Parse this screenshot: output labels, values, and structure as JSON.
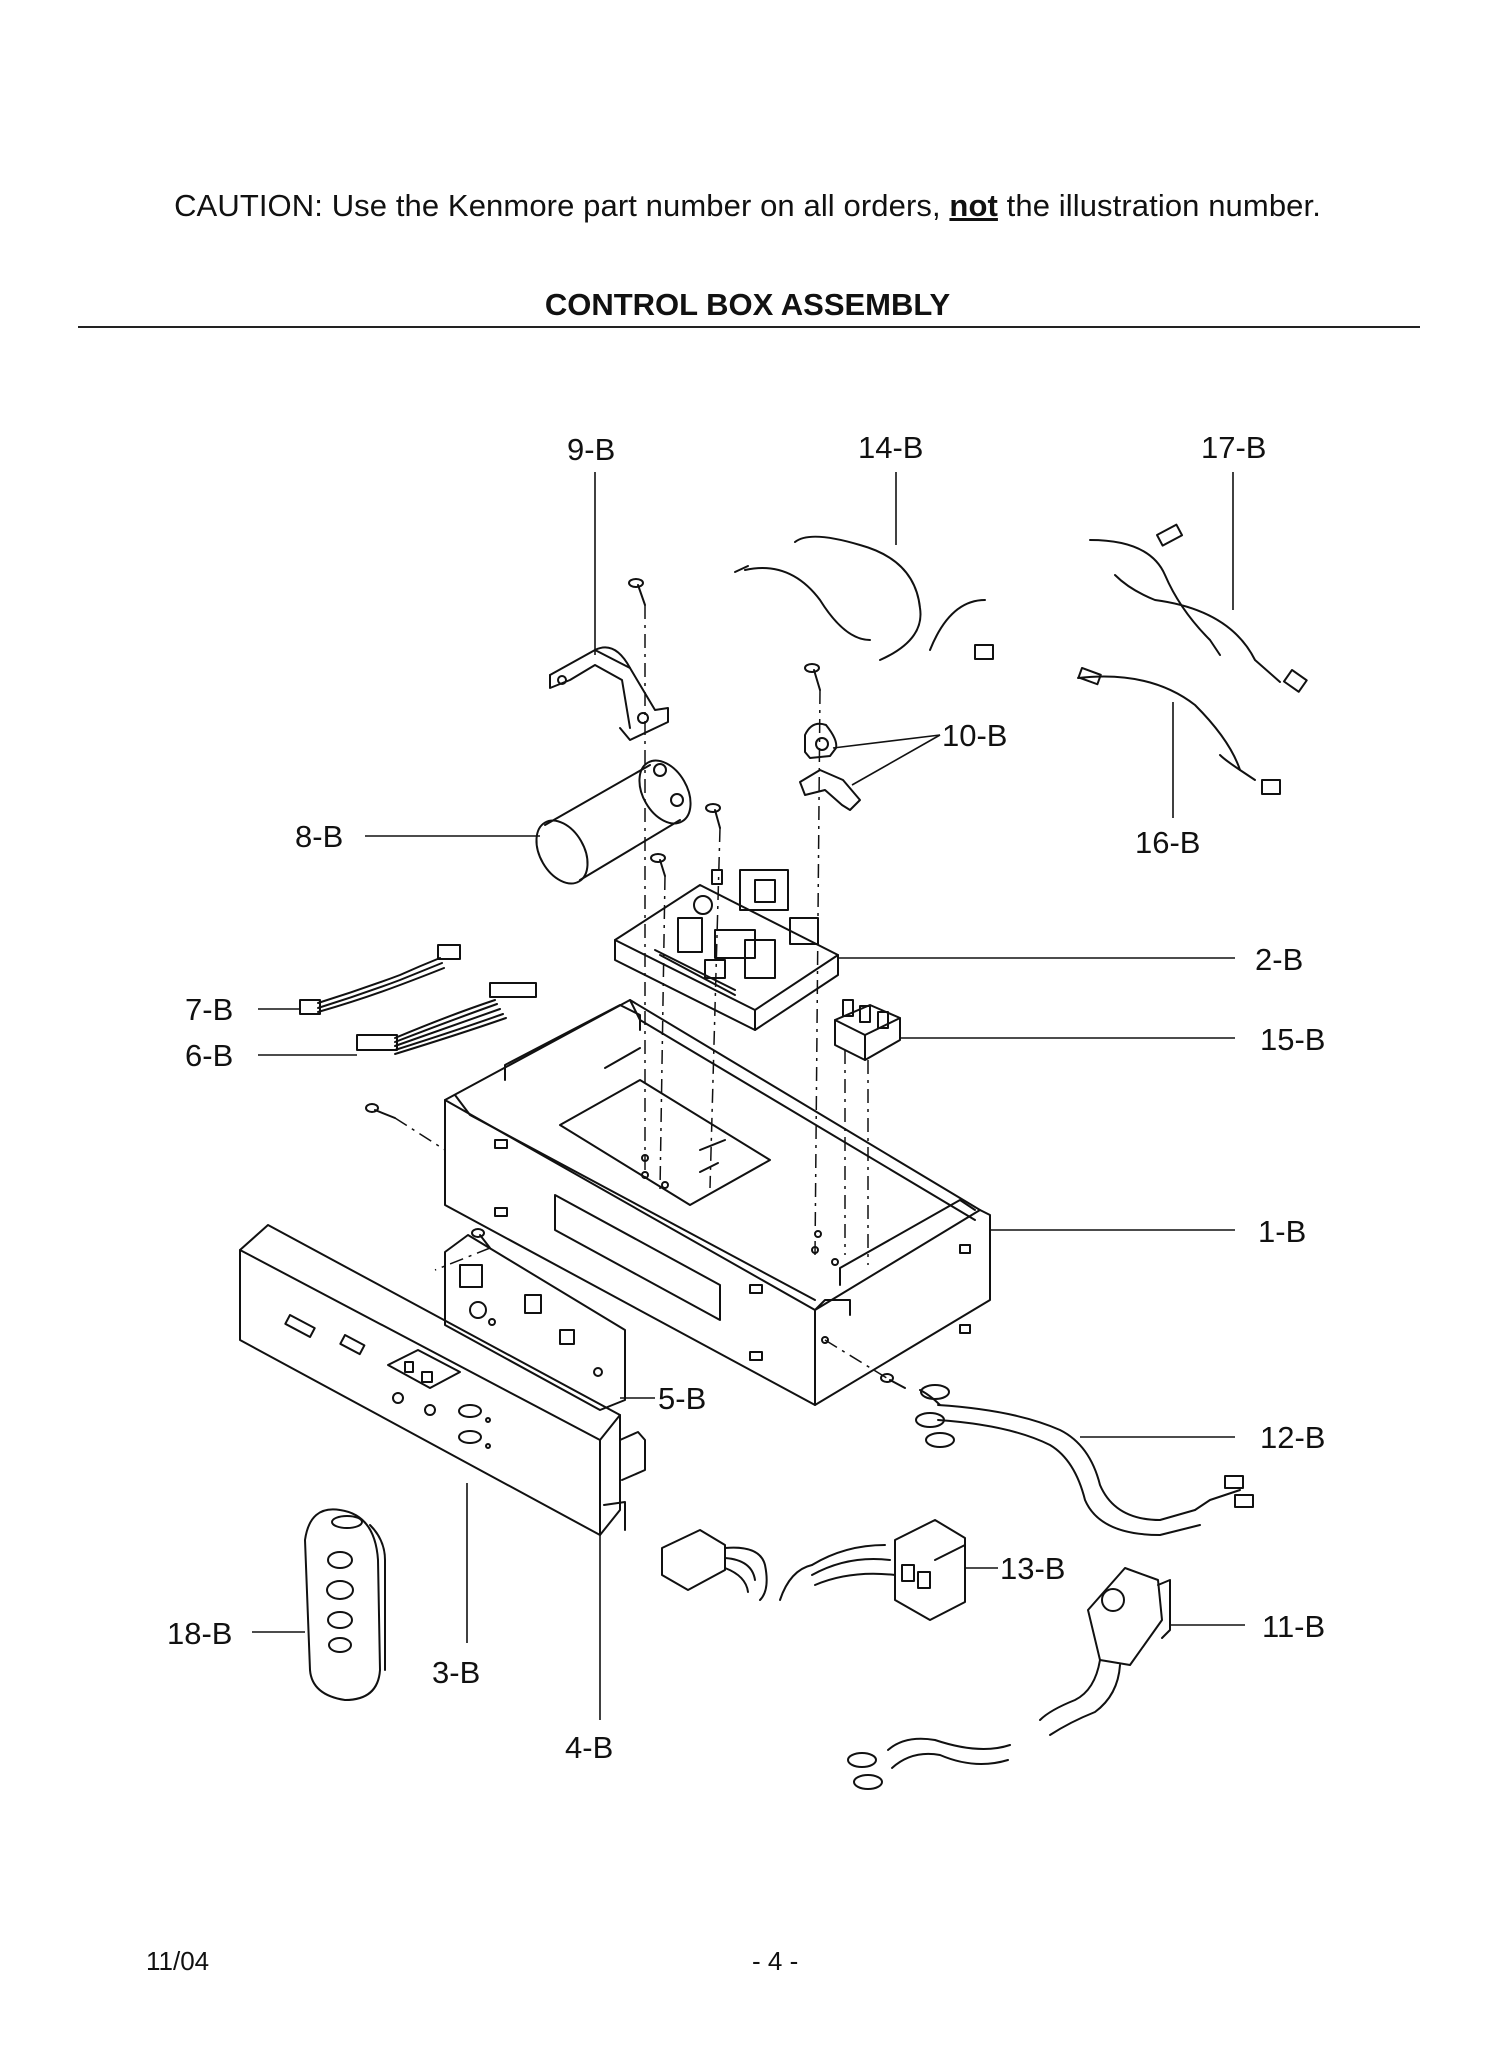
{
  "header": {
    "caution_prefix": "CAUTION: Use the Kenmore part number on all orders,",
    "caution_emphasis": "not",
    "caution_suffix": "the illustration number.",
    "title": "CONTROL BOX ASSEMBLY"
  },
  "diagram": {
    "part_labels": {
      "p1": "1-B",
      "p2": "2-B",
      "p3": "3-B",
      "p4": "4-B",
      "p5": "5-B",
      "p6": "6-B",
      "p7": "7-B",
      "p8": "8-B",
      "p9": "9-B",
      "p10": "10-B",
      "p11": "11-B",
      "p12": "12-B",
      "p13": "13-B",
      "p14": "14-B",
      "p15": "15-B",
      "p16": "16-B",
      "p17": "17-B",
      "p18": "18-B"
    }
  },
  "footer": {
    "date": "11/04",
    "page": "- 4 -"
  }
}
